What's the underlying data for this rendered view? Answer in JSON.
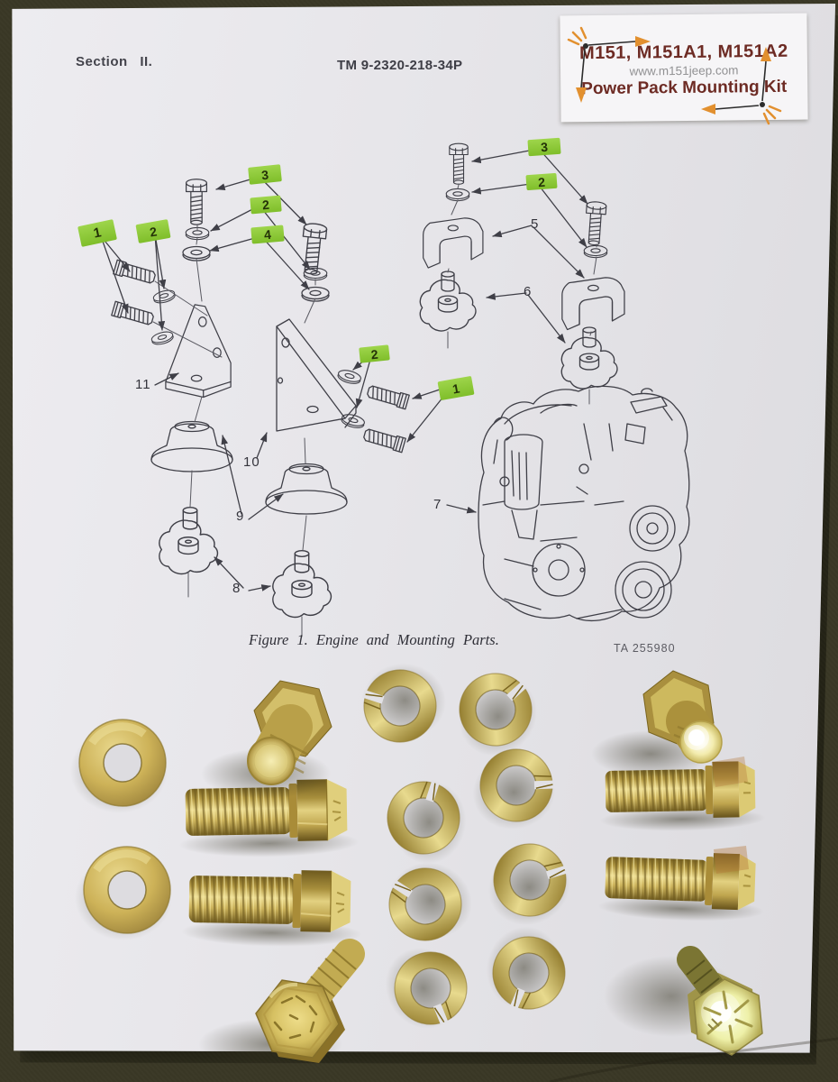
{
  "scene": {
    "type": "photograph",
    "description": "Technical manual page TM 9-2320-218-34P Figure 1 with M151 power-pack mounting hardware arranged on an olive cloth",
    "background_color": "#514e31",
    "paper_color": "#e6e5e9"
  },
  "header": {
    "section": "Section II.",
    "tm_number": "TM 9-2320-218-34P"
  },
  "sticker": {
    "title": "M151, M151A1, M151A2",
    "url": "www.m151jeep.com",
    "subtitle": "Power Pack Mounting Kit",
    "text_color": "#6d2b24",
    "arrow_color": "#e2902f"
  },
  "figure": {
    "caption": "Figure 1. Engine and Mounting Parts.",
    "ref_number": "TA 255980",
    "highlight_color": "#8dc93c"
  },
  "diagram": {
    "highlight_tags": [
      {
        "label": "1"
      },
      {
        "label": "2"
      },
      {
        "label": "3"
      },
      {
        "label": "2"
      },
      {
        "label": "4"
      },
      {
        "label": "3"
      },
      {
        "label": "2"
      },
      {
        "label": "2"
      },
      {
        "label": "1"
      }
    ],
    "part_labels": [
      {
        "label": "5"
      },
      {
        "label": "6"
      },
      {
        "label": "7"
      },
      {
        "label": "8"
      },
      {
        "label": "9"
      },
      {
        "label": "10"
      },
      {
        "label": "11"
      }
    ]
  },
  "hardware": {
    "finish_color": "#c9a94f",
    "items": [
      {
        "name": "flat washer",
        "count": 2
      },
      {
        "name": "split lock washer",
        "count": 8
      },
      {
        "name": "hex head cap screw",
        "count": 8
      }
    ]
  }
}
